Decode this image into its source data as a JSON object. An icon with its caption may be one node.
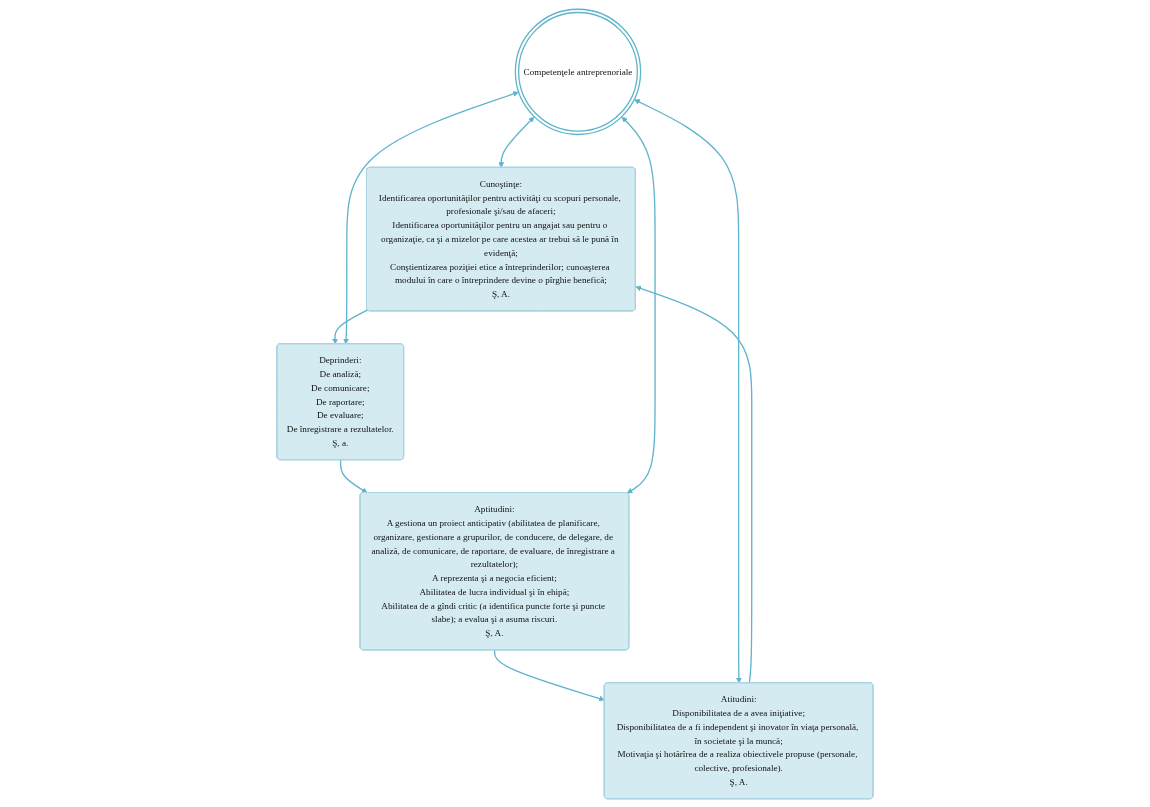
{
  "diagram": {
    "nodes": [
      {
        "text": [
          "Cunoştinţe:",
          "Identificarea oportunităţilor pentru activităţi cu scopuri personale, profesionale şi/sau de afaceri;",
          "Identificarea oportunităţilor pentru un angajat sau pentru o organizaţie, ca şi a mizelor pe care acestea ar trebui să le pună în evidenţă;",
          "Conştientizarea poziţiei etice a întreprinderilor; cunoaşterea modului în care o întreprindere devine o pîrghie benefică;",
          "Ş, A."
        ]
      },
      {
        "text": [
          "Atitudini:",
          "Disponibilitatea de a avea iniţiative;",
          "Disponibilitatea de a fi independent şi inovator în viaţa personală, în societate şi la muncă;",
          "Motivaţia şi hotărîrea de a realiza obiectivele propuse (personale, colective, profesionale).",
          "Ş, A."
        ]
      },
      {
        "text": [
          "Competenţele antreprenoriale"
        ]
      },
      {
        "text": [
          "Deprinderi:",
          "De analiză;",
          "De comunicare;",
          "De raportare;",
          "De evaluare;",
          "De înregistrare a rezultatelor.",
          "Ş, a."
        ]
      },
      {
        "text": [
          "Aptitudini:",
          "A gestiona un proiect anticipativ (abilitatea de planificare, organizare, gestionare a grupurilor, de conducere, de delegare, de analiză, de comunicare, de raportare, de evaluare, de înregistrare a rezultatelor);",
          "A reprezenta şi a negocia eficient;",
          "Abilitatea de lucra individual şi în ehipă;",
          "Abilitatea de a gîndi critic (a identifica puncte forte şi puncte slabe); a evalua şi a asuma riscuri.",
          "Ş, A."
        ]
      }
    ],
    "edges": [
      {
        "from": 1,
        "to": 0,
        "arrow": "to"
      },
      {
        "from": 0,
        "to": 3,
        "arrow": "to"
      },
      {
        "from": 3,
        "to": 4,
        "arrow": "to"
      },
      {
        "from": 4,
        "to": 1,
        "arrow": "to"
      },
      {
        "from": 2,
        "to": 0,
        "arrow": "both"
      },
      {
        "from": 2,
        "to": 1,
        "arrow": "both"
      },
      {
        "from": 2,
        "to": 3,
        "arrow": "both"
      },
      {
        "from": 2,
        "to": 4,
        "arrow": "both"
      }
    ]
  }
}
